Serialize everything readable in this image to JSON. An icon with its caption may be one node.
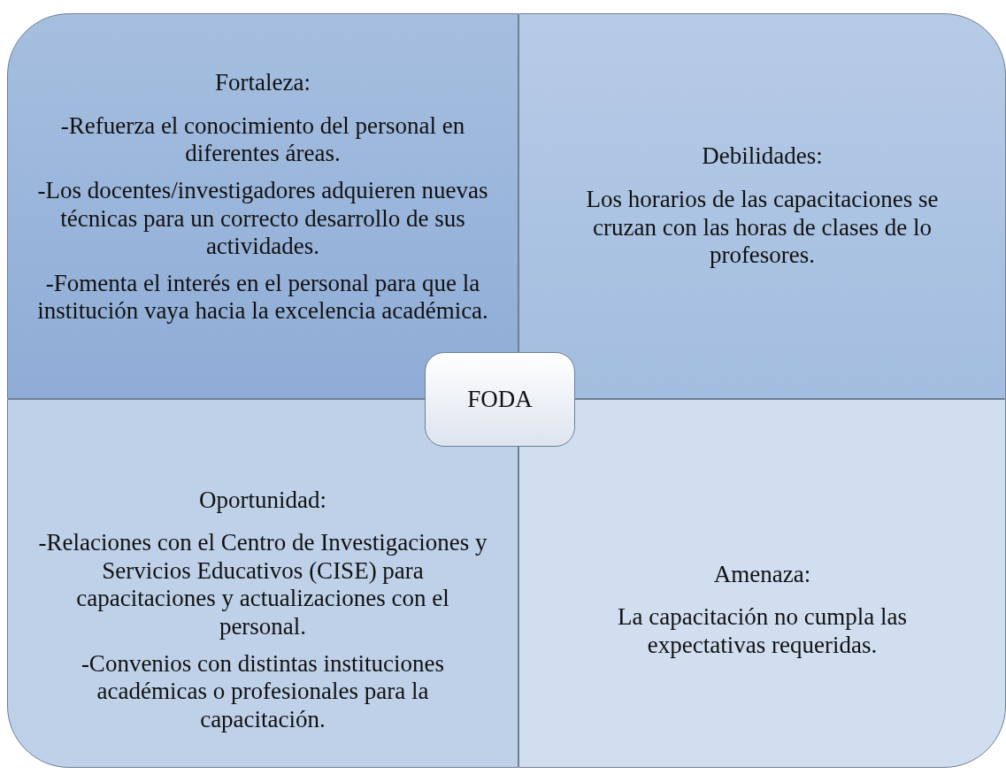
{
  "diagram": {
    "nodes": [
      {
        "text": [
          "Fortaleza:",
          "-Refuerza el conocimiento del personal en diferentes áreas.",
          "-Los docentes/investigadores adquieren nuevas técnicas para un correcto desarrollo de sus actividades.",
          "-Fomenta el interés en el personal para que la institución vaya hacia la excelencia académica."
        ]
      },
      {
        "text": [
          "Debilidades:",
          "Los horarios de las capacitaciones se cruzan con las horas de clases de lo profesores."
        ]
      },
      {
        "text": [
          "Oportunidad:",
          "-Relaciones con el Centro de Investigaciones y Servicios Educativos (CISE) para capacitaciones y actualizaciones con el personal.",
          "-Convenios con distintas instituciones académicas o profesionales para la capacitación."
        ]
      },
      {
        "text": [
          "Amenaza:",
          "La capacitación no cumpla las expectativas requeridas."
        ]
      },
      {
        "text": [
          "FODA"
        ]
      }
    ]
  }
}
